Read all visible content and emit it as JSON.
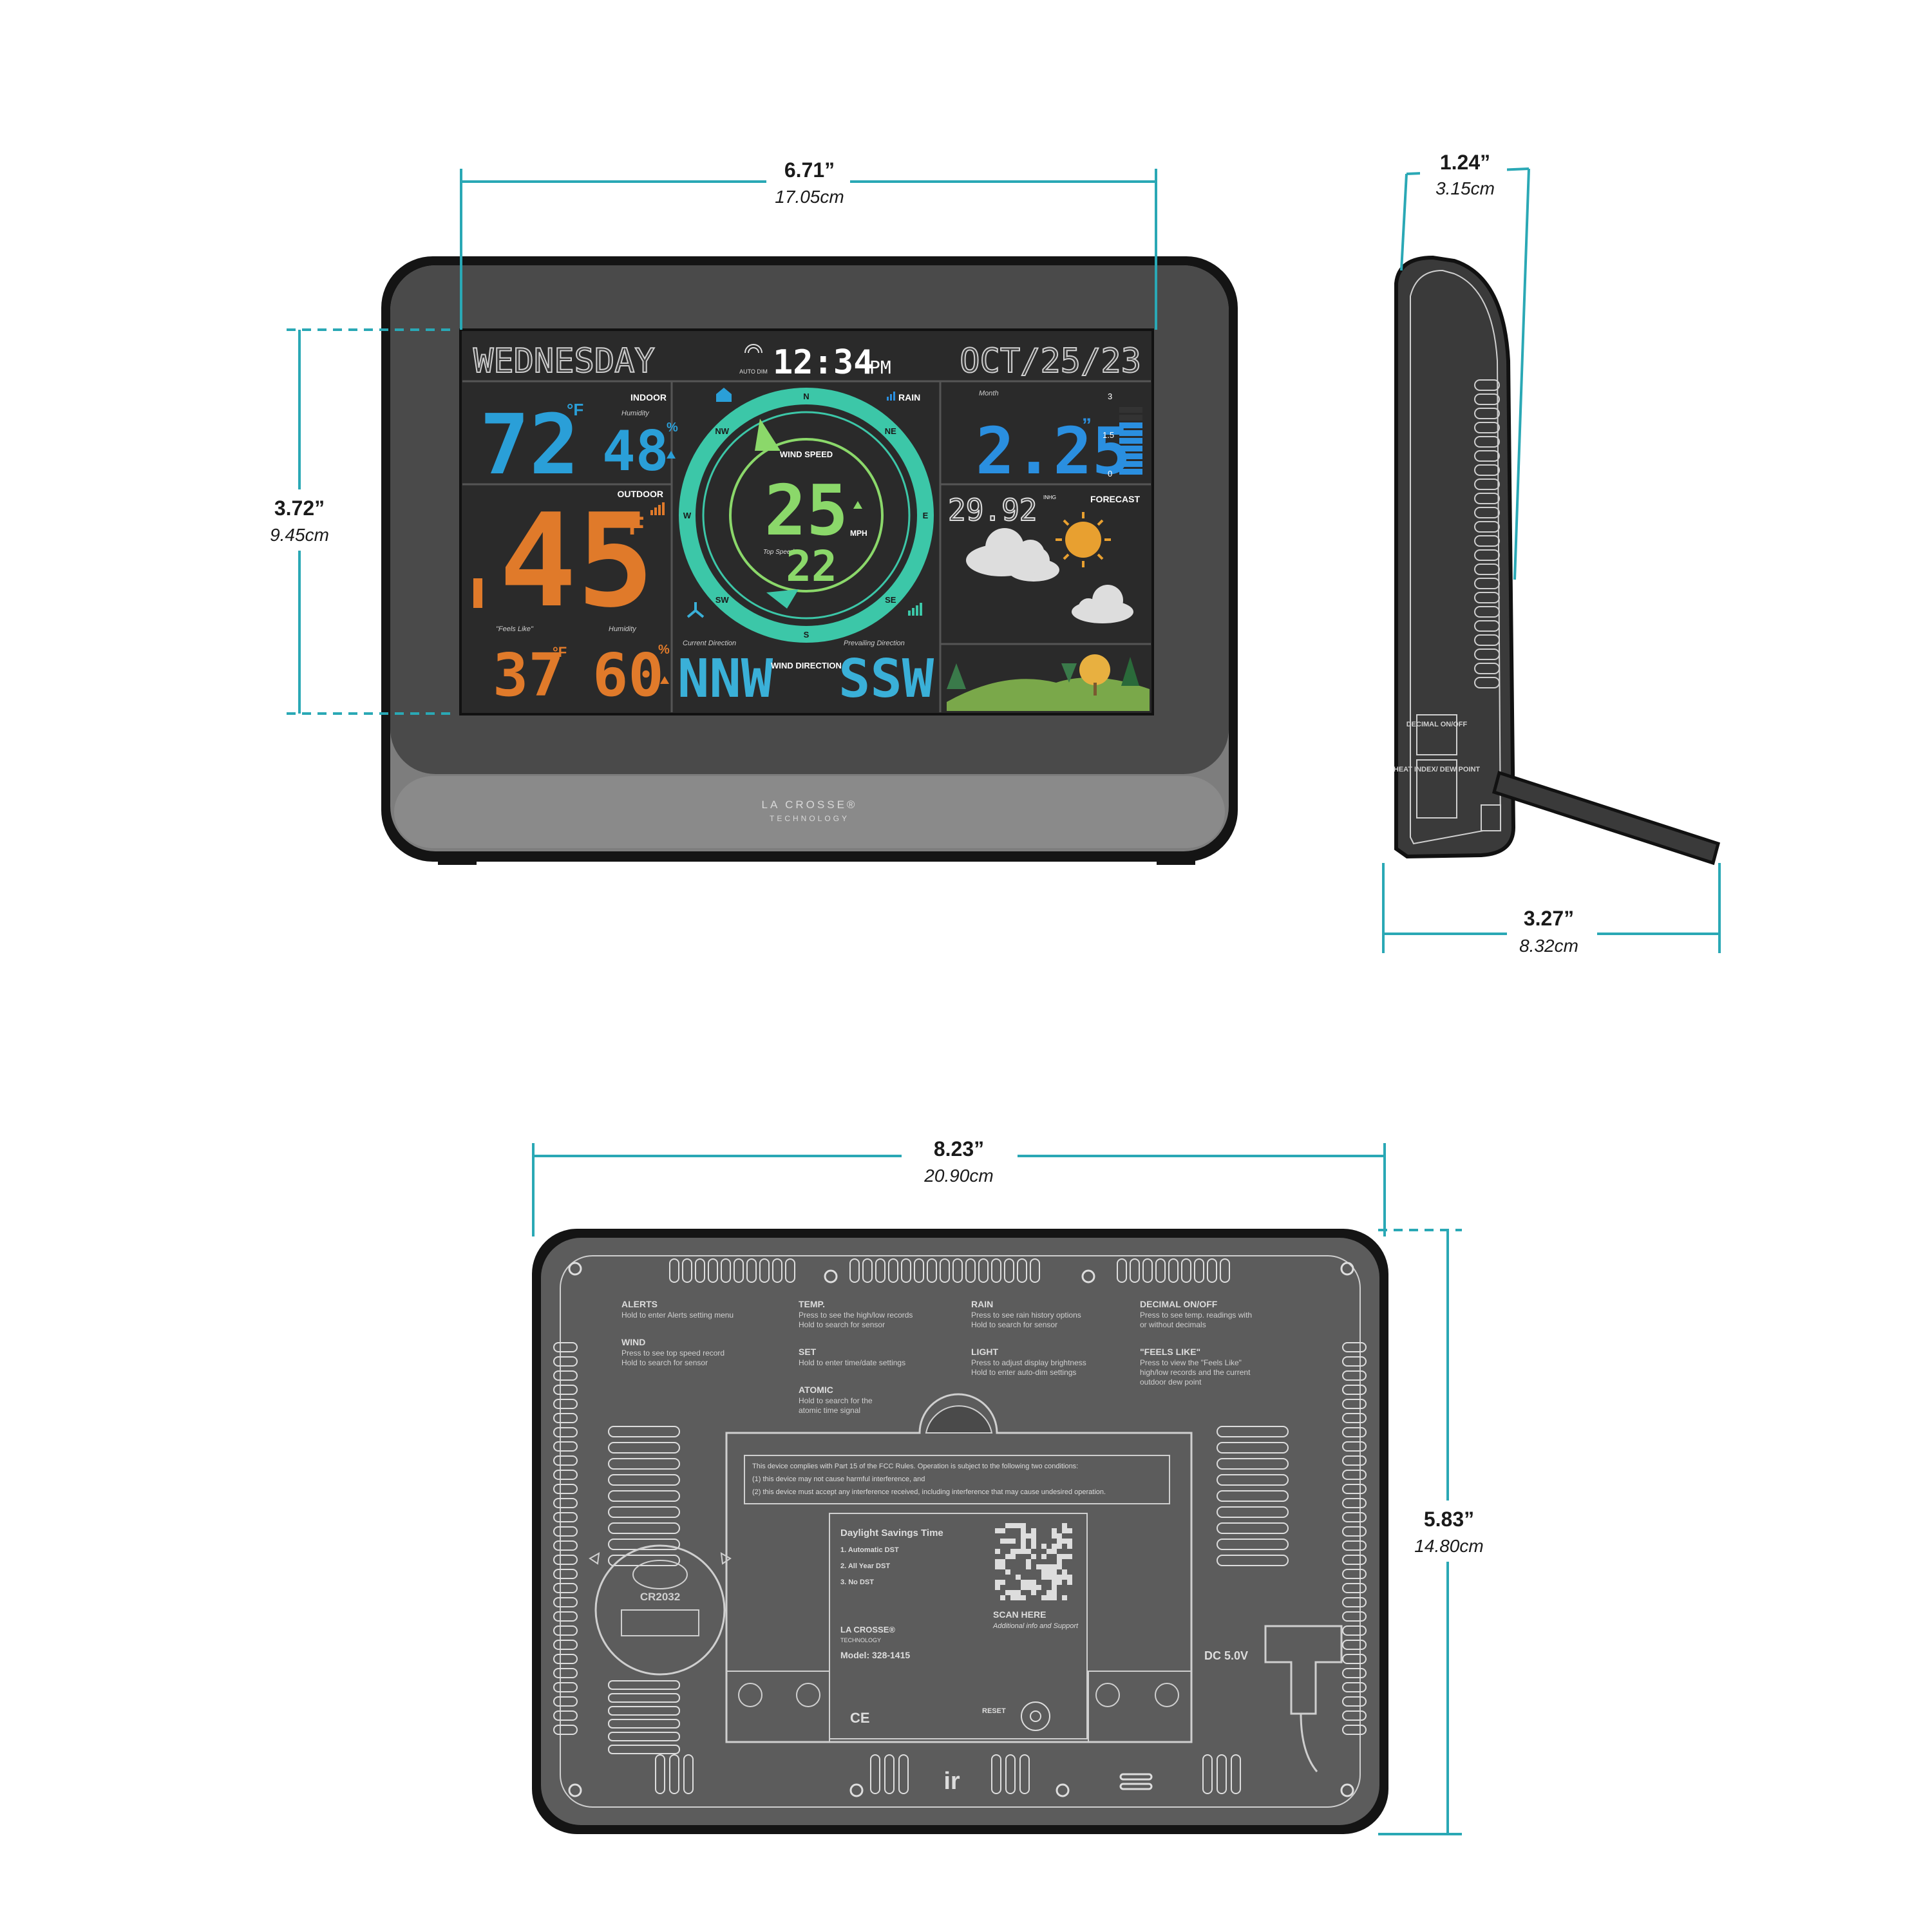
{
  "dimensions": {
    "front_width": {
      "inches": "6.71”",
      "cm": "17.05cm"
    },
    "front_height": {
      "inches": "3.72”",
      "cm": "9.45cm"
    },
    "side_depth": {
      "inches": "1.24”",
      "cm": "3.15cm"
    },
    "stand_depth": {
      "inches": "3.27”",
      "cm": "8.32cm"
    },
    "back_width": {
      "inches": "8.23”",
      "cm": "20.90cm"
    },
    "back_height": {
      "inches": "5.83”",
      "cm": "14.80cm"
    }
  },
  "display": {
    "day": "WEDNESDAY",
    "time": "12:34",
    "time_suffix": "PM",
    "dim_label": "AUTO DIM",
    "date": "OCT/25/23",
    "indoor": {
      "label": "INDOOR",
      "temp": "72",
      "unit": "°F",
      "humidity_label": "Humidity",
      "humidity": "48",
      "humidity_unit": "%"
    },
    "outdoor": {
      "label": "OUTDOOR",
      "temp": "45",
      "unit": "°F",
      "feels_like_label": "\"Feels Like\"",
      "feels_like": "37",
      "feels_unit": "°F",
      "humidity_label": "Humidity",
      "humidity": "60",
      "humidity_unit": "%"
    },
    "wind": {
      "speed_label": "WIND SPEED",
      "speed": "25",
      "speed_unit": "MPH",
      "top_speed_label": "Top Speed",
      "top_speed": "22",
      "compass": [
        "N",
        "NE",
        "E",
        "SE",
        "S",
        "SW",
        "W",
        "NW"
      ],
      "current_direction_label": "Current Direction",
      "current_direction": "NNW",
      "direction_label": "WIND DIRECTION",
      "prevailing_direction_label": "Prevailing Direction",
      "prevailing_direction": "SSW"
    },
    "rain": {
      "label": "RAIN",
      "period": "Month",
      "value": "2.25",
      "unit": "”",
      "scale": [
        "3",
        "1.5",
        "0"
      ]
    },
    "pressure": {
      "value": "29.92",
      "unit": "INHG"
    },
    "forecast_label": "FORECAST",
    "brand_line1": "LA CROSSE®",
    "brand_line2": "TECHNOLOGY"
  },
  "side": {
    "buttons": [
      "DECIMAL ON/OFF",
      "HEAT INDEX/ DEW POINT"
    ]
  },
  "back": {
    "instructions": [
      {
        "title": "ALERTS",
        "lines": [
          "Hold to enter Alerts setting menu"
        ]
      },
      {
        "title": "WIND",
        "lines": [
          "Press to see top speed record",
          "Hold to search for sensor"
        ]
      },
      {
        "title": "TEMP.",
        "lines": [
          "Press to see the high/low records",
          "Hold to search for sensor"
        ]
      },
      {
        "title": "SET",
        "lines": [
          "Hold to enter time/date settings"
        ]
      },
      {
        "title": "ATOMIC",
        "lines": [
          "Hold to search for the",
          "atomic time signal"
        ]
      },
      {
        "title": "RAIN",
        "lines": [
          "Press to see rain history options",
          "Hold to search for sensor"
        ]
      },
      {
        "title": "LIGHT",
        "lines": [
          "Press to adjust display brightness",
          "Hold to enter auto-dim settings"
        ]
      },
      {
        "title": "DECIMAL ON/OFF",
        "lines": [
          "Press to see temp. readings with",
          "or without decimals"
        ]
      },
      {
        "title": "\"FEELS LIKE\"",
        "lines": [
          "Press to view the \"Feels Like\"",
          "high/low records and the current",
          "outdoor dew point"
        ]
      }
    ],
    "fcc_lines": [
      "This device complies with Part 15 of the FCC Rules. Operation is subject to the following two conditions:",
      "(1) this device may not cause harmful interference, and",
      "(2) this device must accept any interference received, including interference that may cause undesired operation."
    ],
    "dst": {
      "title": "Daylight Savings Time",
      "items": [
        "1. Automatic DST",
        "2. All Year DST",
        "3. No DST"
      ]
    },
    "scan_label": "SCAN HERE",
    "scan_sub": "Additional info and Support",
    "model": "Model: 328-1415",
    "battery": "CR2032",
    "power": "DC 5.0V",
    "reset": "RESET",
    "brand_line1": "LA CROSSE®",
    "brand_line2": "TECHNOLOGY"
  },
  "colors": {
    "dimension_line": "#2aa8b5",
    "indoor": "#2a9fd8",
    "outdoor": "#e07a2a",
    "wind_ring": "#3cc7a8",
    "wind_value": "#8bd86a",
    "direction": "#3ab0d8",
    "rain": "#2a8fe0",
    "housing": "#3a3a3a",
    "screen": "#222222"
  }
}
